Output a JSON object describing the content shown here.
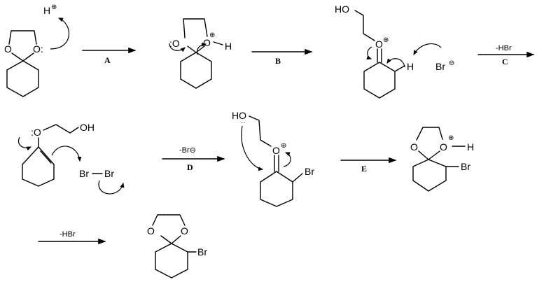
{
  "title": "Acid-catalyzed bromination of cyclohexanone ethylene ketal mechanism",
  "atoms": {
    "O": "O",
    "H": "H",
    "HO": "HO",
    "OH": "OH",
    "Br": "Br",
    "lone_pair_O": ":O",
    "O_colon": "O:",
    "plus": "⊕",
    "minus": "⊖"
  },
  "steps": [
    {
      "label": "A",
      "condition": ""
    },
    {
      "label": "B",
      "condition": ""
    },
    {
      "label": "C",
      "condition": "-HBr"
    },
    {
      "label": "D",
      "condition": "-Br⊖"
    },
    {
      "label": "E",
      "condition": ""
    },
    {
      "label": "",
      "condition": "-HBr"
    }
  ]
}
